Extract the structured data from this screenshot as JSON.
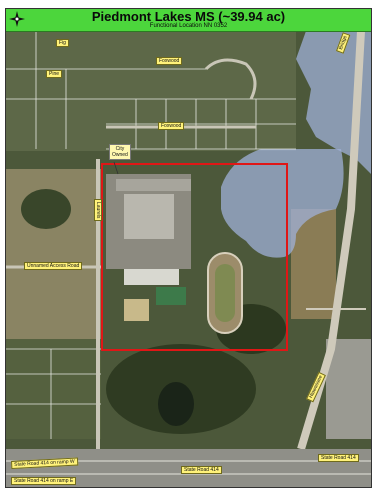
{
  "title": "Piedmont Lakes MS (~39.94 ac)",
  "subtitle": "Functional Location NN 0352",
  "north_arrow": "north-arrow-icon",
  "callout": {
    "line1": "City",
    "line2": "Owned"
  },
  "streets": {
    "foxwood_top": "Foxwood",
    "foxwood_mid": "Foxwood",
    "pine": "Pine",
    "fig": "Fig",
    "unnamed_access_road": "Unnamed Access Road",
    "laurels": "Laurels",
    "hwy_top_right": "Bridge",
    "sr_ramp_top": "State Road 414 on ramp W",
    "sr_ramp_bottom": "State Road 414 on ramp E",
    "sr_main": "State Road 414",
    "sr_right": "State Road 414",
    "hwy_right": "Hiawassee"
  },
  "colors": {
    "title_bg": "#4cd63c",
    "boundary": "#e01616",
    "flood_zone": "#9fb0d8",
    "label_bg": "#fff27a",
    "parcel_line": "#ffffff"
  }
}
